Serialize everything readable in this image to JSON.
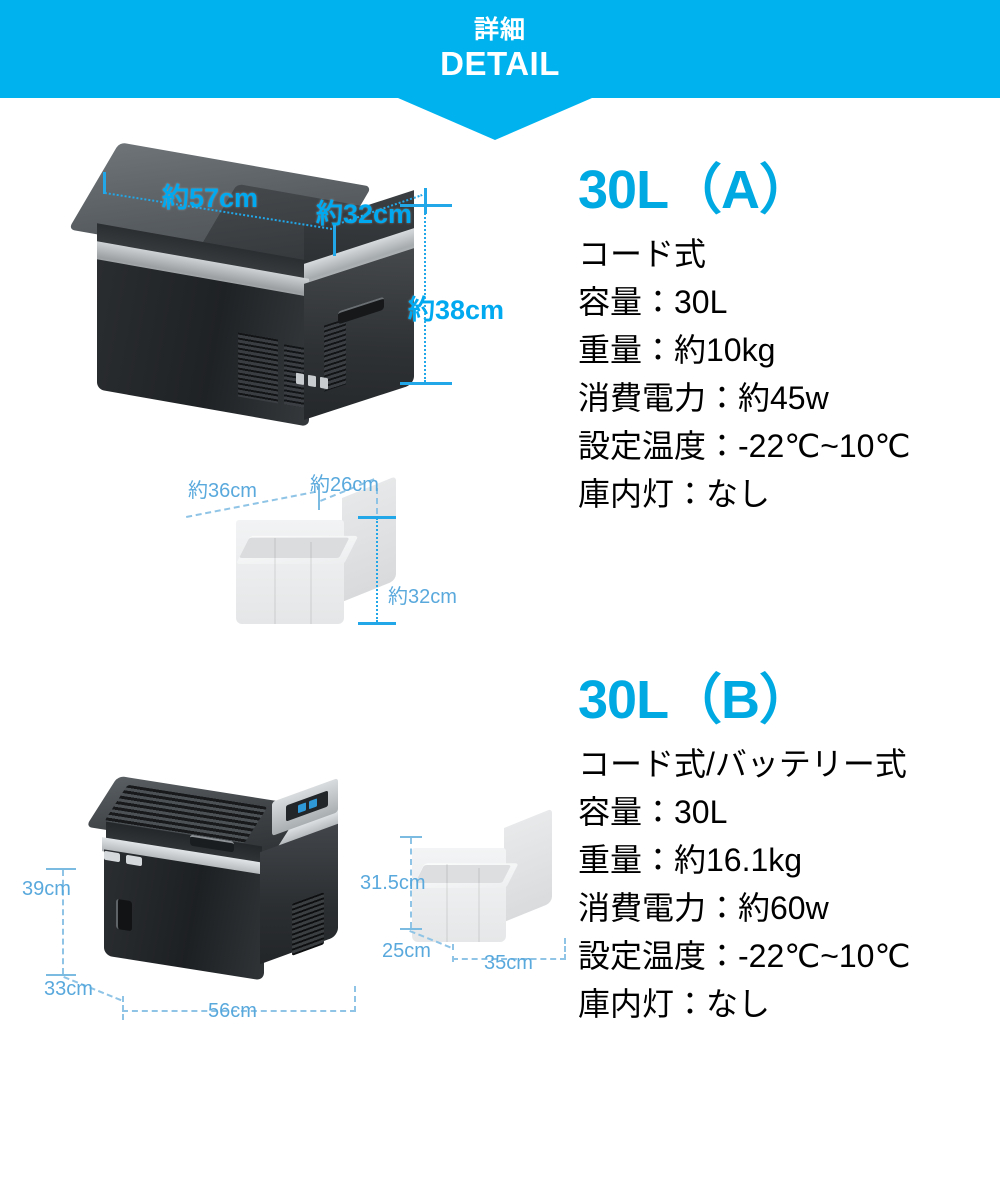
{
  "banner": {
    "title_jp": "詳細",
    "title_en": "DETAIL",
    "bg_color": "#00b3ee",
    "text_color": "#ffffff"
  },
  "accent_color": "#00a9e2",
  "dimension_color": "#00a9f0",
  "dimension_color_light": "#5aa9dd",
  "products": [
    {
      "id": "30l-a",
      "title": "30L（A）",
      "specs": [
        "コード式",
        "容量：30L",
        "重量：約10kg",
        "消費電力：約45w",
        "設定温度：-22℃~10℃",
        "庫内灯：なし"
      ],
      "exterior_dimensions": {
        "width": "約57cm",
        "depth": "約32cm",
        "height": "約38cm"
      },
      "interior_dimensions": {
        "width": "約36cm",
        "depth": "約26cm",
        "height": "約32cm"
      }
    },
    {
      "id": "30l-b",
      "title": "30L（B）",
      "specs": [
        "コード式/バッテリー式",
        "容量：30L",
        "重量：約16.1kg",
        "消費電力：約60w",
        "設定温度：-22℃~10℃",
        "庫内灯：なし"
      ],
      "exterior_dimensions": {
        "width": "56cm",
        "depth": "33cm",
        "height": "39cm"
      },
      "interior_dimensions": {
        "width": "35cm",
        "depth": "25cm",
        "height": "31.5cm"
      }
    }
  ]
}
